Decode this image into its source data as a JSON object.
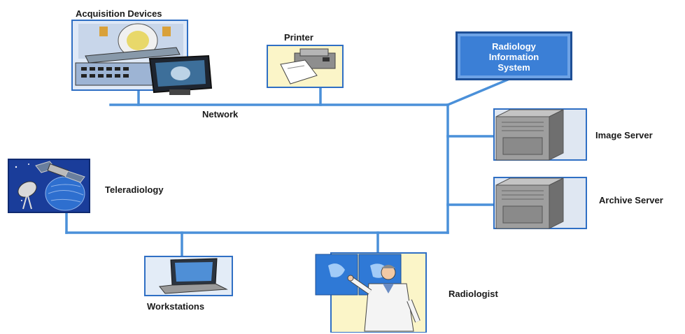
{
  "labels": {
    "acquisition": "Acquisition Devices",
    "printer": "Printer",
    "ris_line1": "Radiology",
    "ris_line2": "Information",
    "ris_line3": "System",
    "network": "Network",
    "image_server": "Image Server",
    "archive_server": "Archive Server",
    "teleradiology": "Teleradiology",
    "workstations": "Workstations",
    "radiologist": "Radiologist"
  },
  "colors": {
    "network_line": "#4a90d9",
    "panel_border": "#2f6fc4",
    "ris_fill": "#3b7fd6"
  },
  "icons": {
    "acquisition": "ct-scanner-icon",
    "printer": "printer-icon",
    "image_server": "server-tower-icon",
    "archive_server": "server-tower-icon",
    "teleradiology": "satellite-icon",
    "workstations": "laptop-icon",
    "radiologist": "doctor-icon"
  }
}
